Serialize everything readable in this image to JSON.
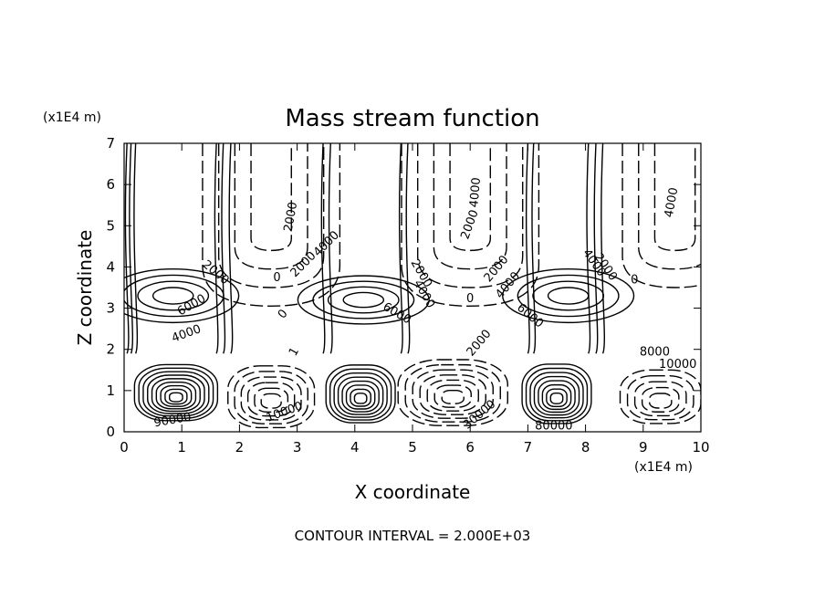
{
  "chart_data": {
    "type": "contour",
    "title": "Mass stream function",
    "xlabel": "X coordinate",
    "ylabel": "Z coordinate",
    "x_unit": "(x1E4 m)",
    "y_unit": "(x1E4 m)",
    "xlim": [
      0,
      10
    ],
    "ylim": [
      0,
      7
    ],
    "x_ticks": [
      "0",
      "1",
      "2",
      "3",
      "4",
      "5",
      "6",
      "7",
      "8",
      "9",
      "10"
    ],
    "y_ticks": [
      "0",
      "1",
      "2",
      "3",
      "4",
      "5",
      "6",
      "7"
    ],
    "footer": "CONTOUR INTERVAL = 2.000E+03",
    "contour_interval": 2000,
    "grid": false,
    "contour_labels": [
      {
        "text": "2000",
        "x": 2.95,
        "z": 5.2,
        "angle": -80
      },
      {
        "text": "2000",
        "x": 1.55,
        "z": 3.8,
        "angle": 40
      },
      {
        "text": "0",
        "x": 2.65,
        "z": 3.65,
        "angle": 0
      },
      {
        "text": "2000",
        "x": 3.15,
        "z": 4.0,
        "angle": -45
      },
      {
        "text": "4000",
        "x": 3.55,
        "z": 4.5,
        "angle": -45
      },
      {
        "text": "6000",
        "x": 1.2,
        "z": 3.0,
        "angle": -30
      },
      {
        "text": "4000",
        "x": 1.1,
        "z": 2.3,
        "angle": -20
      },
      {
        "text": "0",
        "x": 2.8,
        "z": 2.8,
        "angle": -50
      },
      {
        "text": "1",
        "x": 3.0,
        "z": 1.9,
        "angle": -60
      },
      {
        "text": "6000",
        "x": 4.7,
        "z": 2.8,
        "angle": 30
      },
      {
        "text": "4000",
        "x": 6.15,
        "z": 5.8,
        "angle": -85
      },
      {
        "text": "2000",
        "x": 6.05,
        "z": 5.0,
        "angle": -70
      },
      {
        "text": "2000",
        "x": 5.1,
        "z": 3.8,
        "angle": 60
      },
      {
        "text": "4000",
        "x": 5.15,
        "z": 3.3,
        "angle": 60
      },
      {
        "text": "0",
        "x": 6.0,
        "z": 3.15,
        "angle": 0
      },
      {
        "text": "2000",
        "x": 6.5,
        "z": 3.9,
        "angle": -50
      },
      {
        "text": "4000",
        "x": 6.7,
        "z": 3.5,
        "angle": -50
      },
      {
        "text": "6000",
        "x": 7.0,
        "z": 2.75,
        "angle": 40
      },
      {
        "text": "4000",
        "x": 8.1,
        "z": 4.05,
        "angle": 55
      },
      {
        "text": "2000",
        "x": 8.3,
        "z": 3.95,
        "angle": 55
      },
      {
        "text": "0",
        "x": 8.85,
        "z": 3.6,
        "angle": 0
      },
      {
        "text": "4000",
        "x": 9.55,
        "z": 5.55,
        "angle": -80
      },
      {
        "text": "8000",
        "x": 9.2,
        "z": 1.85,
        "angle": 0
      },
      {
        "text": "10000",
        "x": 9.6,
        "z": 1.55,
        "angle": 0
      },
      {
        "text": "30000",
        "x": 6.2,
        "z": 0.35,
        "angle": -40
      },
      {
        "text": "90000",
        "x": 0.85,
        "z": 0.2,
        "angle": -10
      },
      {
        "text": "10000",
        "x": 2.8,
        "z": 0.4,
        "angle": -20
      },
      {
        "text": "80000",
        "x": 7.45,
        "z": 0.05,
        "angle": 0
      },
      {
        "text": "2000",
        "x": 6.2,
        "z": 2.1,
        "angle": -50
      }
    ],
    "cells": [
      {
        "x": 0.9,
        "z": 0.95,
        "rx": 0.72,
        "rz": 0.68,
        "rings": 9,
        "dashed": false
      },
      {
        "x": 2.55,
        "z": 0.85,
        "rx": 0.75,
        "rz": 0.75,
        "rings": 6,
        "dashed": true
      },
      {
        "x": 4.1,
        "z": 0.92,
        "rx": 0.6,
        "rz": 0.7,
        "rings": 8,
        "dashed": false
      },
      {
        "x": 5.7,
        "z": 0.95,
        "rx": 0.95,
        "rz": 0.8,
        "rings": 7,
        "dashed": true
      },
      {
        "x": 7.5,
        "z": 0.92,
        "rx": 0.6,
        "rz": 0.72,
        "rings": 8,
        "dashed": false
      },
      {
        "x": 9.3,
        "z": 0.85,
        "rx": 0.7,
        "rz": 0.65,
        "rings": 5,
        "dashed": true
      }
    ],
    "mid_cells": [
      {
        "x": 0.85,
        "z": 3.3,
        "rx": 0.35,
        "rz": 0.2,
        "rings": 4,
        "dashed": false
      },
      {
        "x": 4.15,
        "z": 3.2,
        "rx": 0.35,
        "rz": 0.18,
        "rings": 4,
        "dashed": false
      },
      {
        "x": 7.7,
        "z": 3.3,
        "rx": 0.35,
        "rz": 0.2,
        "rings": 4,
        "dashed": false
      }
    ],
    "upper_u": [
      {
        "x": 2.55,
        "dashed": true,
        "nested": 4
      },
      {
        "x": 6.0,
        "dashed": true,
        "nested": 4
      },
      {
        "x": 9.55,
        "dashed": true,
        "nested": 3
      }
    ],
    "columns": [
      {
        "x": 0.05
      },
      {
        "x": 0.12
      },
      {
        "x": 0.2
      },
      {
        "x": 1.6
      },
      {
        "x": 1.72
      },
      {
        "x": 1.85
      },
      {
        "x": 3.45
      },
      {
        "x": 3.58
      },
      {
        "x": 4.8
      },
      {
        "x": 4.92
      },
      {
        "x": 7.0
      },
      {
        "x": 7.1
      },
      {
        "x": 8.05
      },
      {
        "x": 8.18
      },
      {
        "x": 8.3
      }
    ]
  }
}
